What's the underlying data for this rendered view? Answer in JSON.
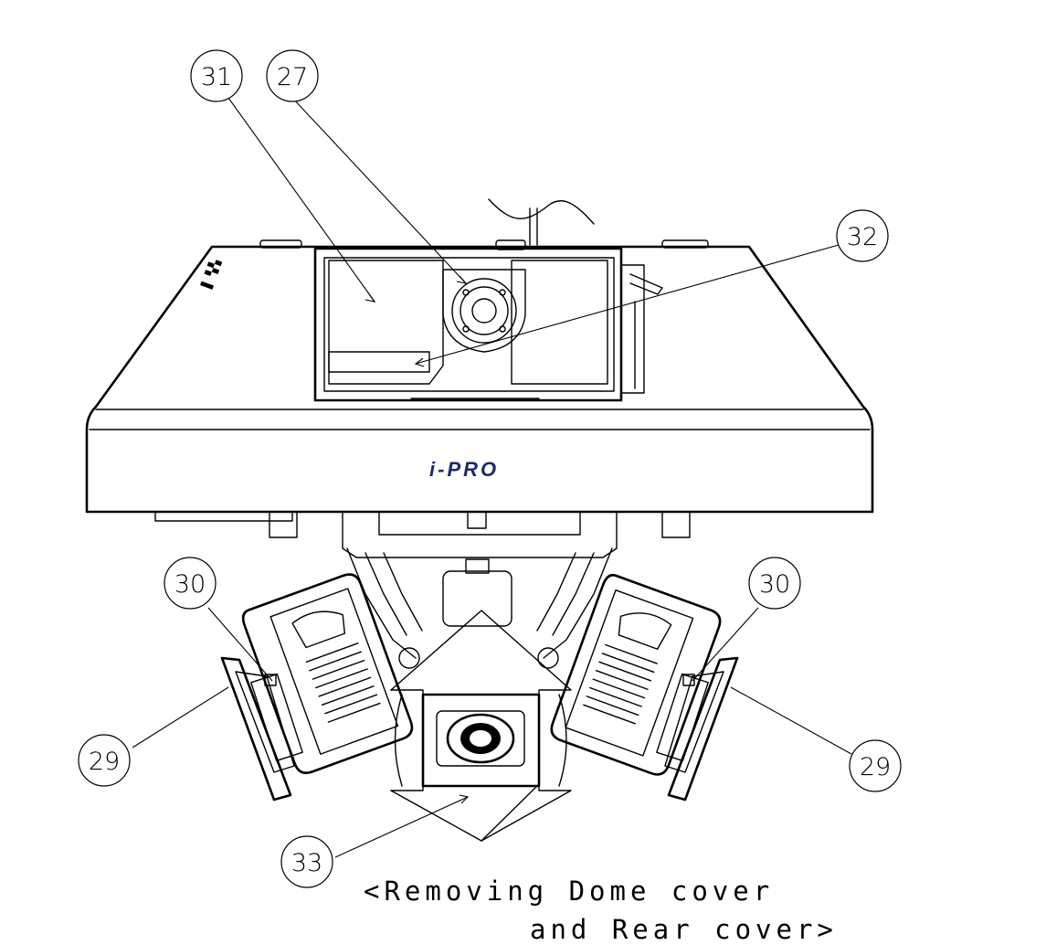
{
  "callouts": [
    {
      "id": "c31",
      "label": "31"
    },
    {
      "id": "c27",
      "label": "27"
    },
    {
      "id": "c32",
      "label": "32"
    },
    {
      "id": "c30_left",
      "label": "30"
    },
    {
      "id": "c30_right",
      "label": "30"
    },
    {
      "id": "c29_left",
      "label": "29"
    },
    {
      "id": "c29_right",
      "label": "29"
    },
    {
      "id": "c33",
      "label": "33"
    }
  ],
  "logo_text": "i-PRO",
  "caption": {
    "line1": "<Removing Dome cover",
    "line2": "and Rear cover>"
  }
}
